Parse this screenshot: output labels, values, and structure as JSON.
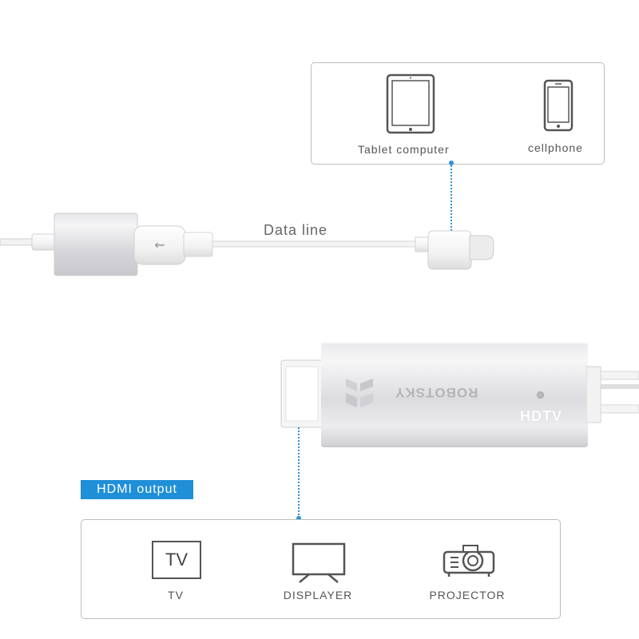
{
  "source_devices": {
    "tablet_label": "Tablet computer",
    "phone_label": "cellphone"
  },
  "cable": {
    "label": "Data line"
  },
  "adapter": {
    "brand": "ROBOTSKY",
    "hdtv_label": "HDTV"
  },
  "output": {
    "tag": "HDMI output",
    "tv_screen_text": "TV",
    "tv_label": "TV",
    "displayer_label": "DISPLAYER",
    "projector_label": "PROJECTOR"
  },
  "colors": {
    "accent_blue": "#1f8fd8",
    "box_border": "#bdbdbd",
    "text_gray": "#555555",
    "adapter_silver": "#dcdce0"
  }
}
